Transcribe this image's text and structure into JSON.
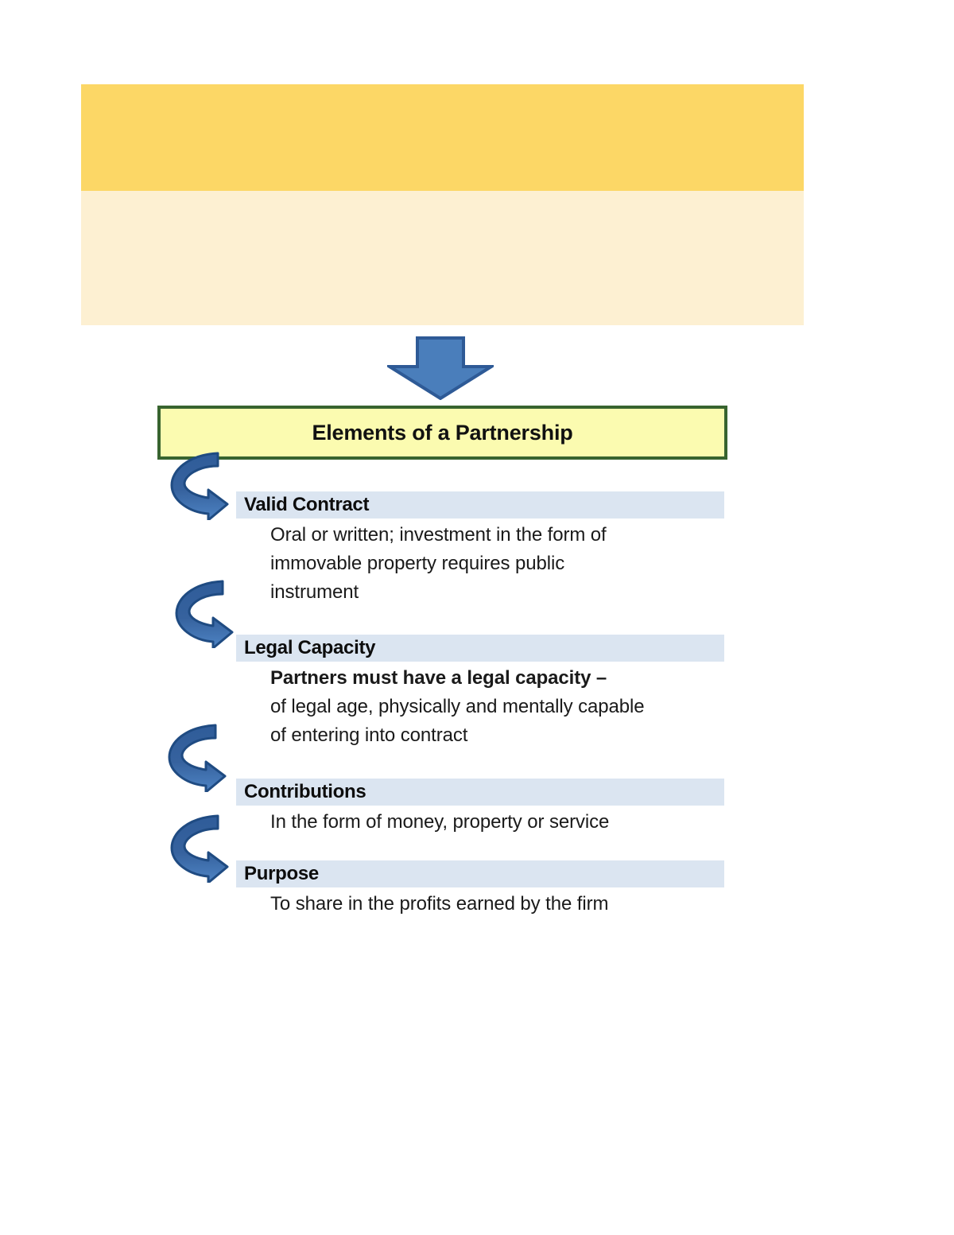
{
  "banner": {
    "name": "top-banner-block",
    "top_color": "#fcd766",
    "bottom_color": "#fdf0d2",
    "text": ""
  },
  "flow_arrow": {
    "direction": "down",
    "fill": "#4a7ebb",
    "stroke": "#2e5a96"
  },
  "title_box": {
    "label": "Elements of a Partnership",
    "fill": "#fbfbb0",
    "border_color": "#38642f"
  },
  "theme": {
    "header_band": "#dbe5f1",
    "arrow_fill_dark": "#2f5c99",
    "arrow_fill_light": "#4a7ebb",
    "arrow_stroke": "#1f4b82"
  },
  "sections": [
    {
      "header": "Valid Contract",
      "lines": [
        {
          "text": "Oral or written; investment in the form of",
          "bold": false
        },
        {
          "text": "immovable property requires public",
          "bold": false
        },
        {
          "text": "instrument",
          "bold": false
        }
      ]
    },
    {
      "header": "Legal Capacity",
      "lines": [
        {
          "text": "Partners must have a legal capacity –",
          "bold": true
        },
        {
          "text": "of legal age, physically and mentally capable",
          "bold": false
        },
        {
          "text": "of entering into contract",
          "bold": false
        }
      ]
    },
    {
      "header": "Contributions",
      "lines": [
        {
          "text": "In the form of money, property or service",
          "bold": false
        }
      ]
    },
    {
      "header": "Purpose",
      "lines": [
        {
          "text": "To share in the profits earned by the firm",
          "bold": false
        }
      ]
    }
  ]
}
